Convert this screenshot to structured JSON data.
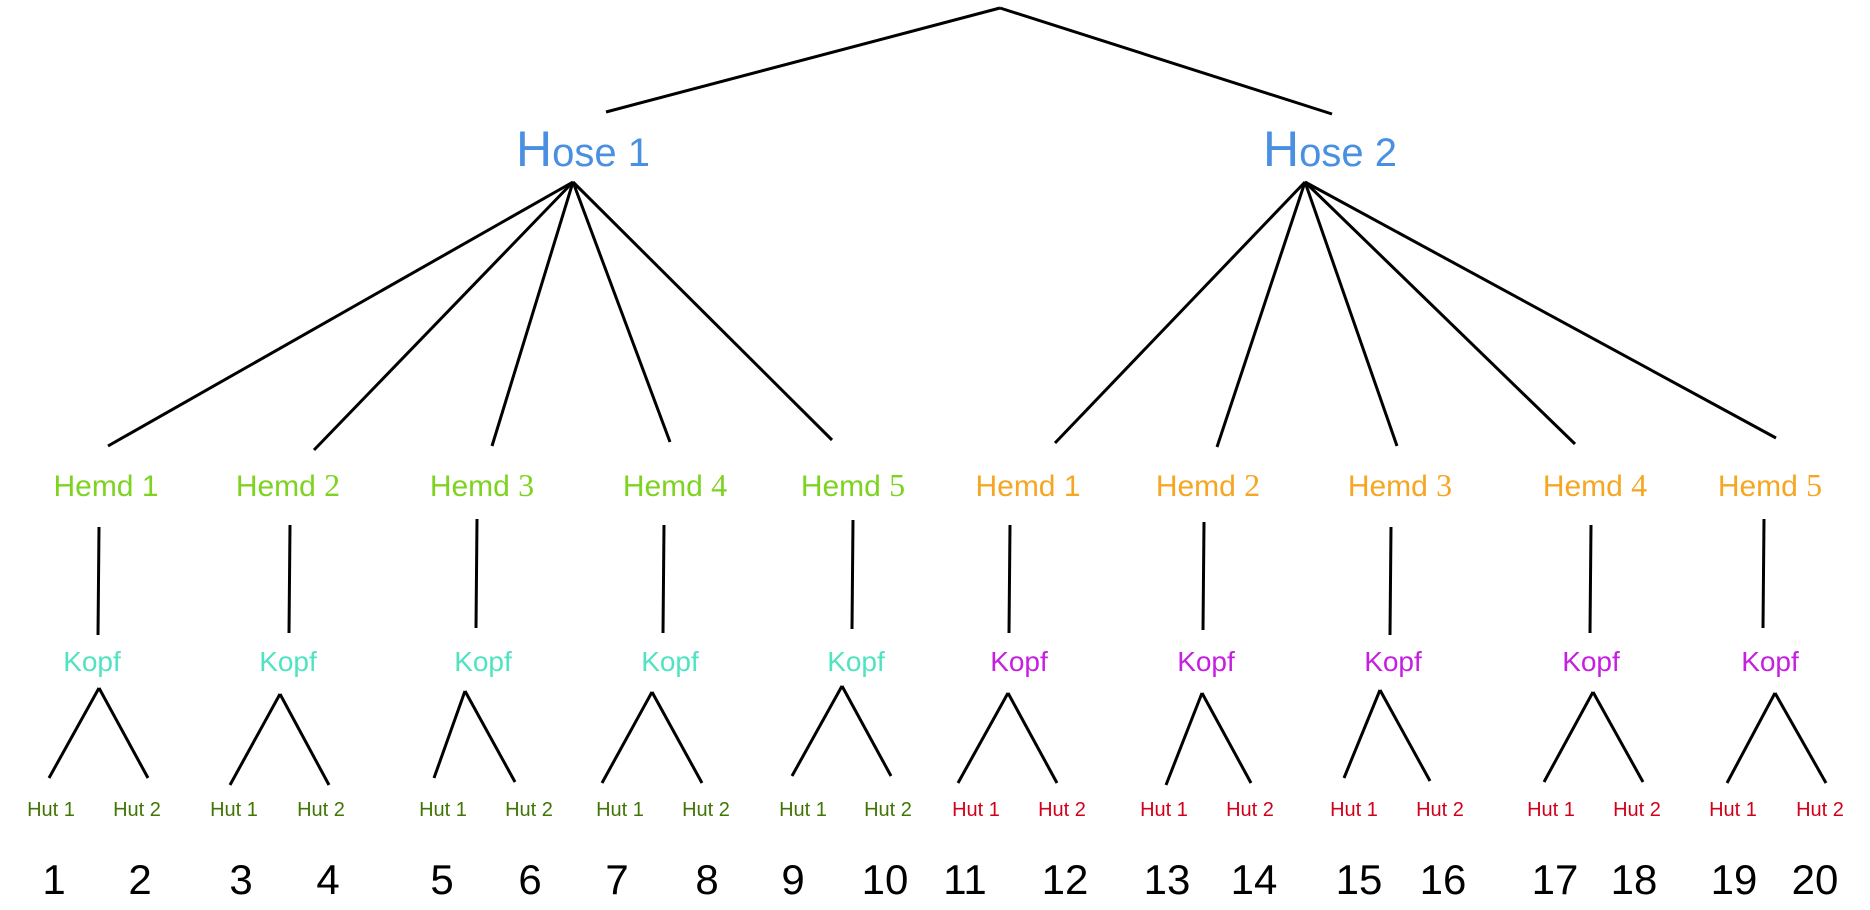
{
  "diagram": {
    "type": "tree",
    "title": "",
    "colors": {
      "edge": "#000000",
      "hose": "#4A90E2",
      "hemd_group_1": "#7ED321",
      "hemd_group_2": "#F5A623",
      "kopf_group_1": "#50E3C2",
      "kopf_group_2": "#C51FE0",
      "hut_group_1": "#417505",
      "hut_group_2": "#D0021B",
      "outcome_number": "#000000"
    },
    "root": {
      "label": "",
      "children": [
        {
          "label": "Hose 1",
          "children": [
            {
              "label": "Hemd 1",
              "child": {
                "label": "Kopf",
                "leaves": [
                  "Hut 1",
                  "Hut 2"
                ],
                "outcomes": [
                  "1",
                  "2"
                ]
              }
            },
            {
              "label": "Hemd 2",
              "child": {
                "label": "Kopf",
                "leaves": [
                  "Hut 1",
                  "Hut 2"
                ],
                "outcomes": [
                  "3",
                  "4"
                ]
              }
            },
            {
              "label": "Hemd 3",
              "child": {
                "label": "Kopf",
                "leaves": [
                  "Hut 1",
                  "Hut 2"
                ],
                "outcomes": [
                  "5",
                  "6"
                ]
              }
            },
            {
              "label": "Hemd 4",
              "child": {
                "label": "Kopf",
                "leaves": [
                  "Hut 1",
                  "Hut 2"
                ],
                "outcomes": [
                  "7",
                  "8"
                ]
              }
            },
            {
              "label": "Hemd 5",
              "child": {
                "label": "Kopf",
                "leaves": [
                  "Hut 1",
                  "Hut 2"
                ],
                "outcomes": [
                  "9",
                  "10"
                ]
              }
            }
          ]
        },
        {
          "label": "Hose 2",
          "children": [
            {
              "label": "Hemd 1",
              "child": {
                "label": "Kopf",
                "leaves": [
                  "Hut 1",
                  "Hut 2"
                ],
                "outcomes": [
                  "11",
                  "12"
                ]
              }
            },
            {
              "label": "Hemd 2",
              "child": {
                "label": "Kopf",
                "leaves": [
                  "Hut 1",
                  "Hut 2"
                ],
                "outcomes": [
                  "13",
                  "14"
                ]
              }
            },
            {
              "label": "Hemd 3",
              "child": {
                "label": "Kopf",
                "leaves": [
                  "Hut 1",
                  "Hut 2"
                ],
                "outcomes": [
                  "15",
                  "16"
                ]
              }
            },
            {
              "label": "Hemd 4",
              "child": {
                "label": "Kopf",
                "leaves": [
                  "Hut 1",
                  "Hut 2"
                ],
                "outcomes": [
                  "17",
                  "18"
                ]
              }
            },
            {
              "label": "Hemd 5",
              "child": {
                "label": "Kopf",
                "leaves": [
                  "Hut 1",
                  "Hut 2"
                ],
                "outcomes": [
                  "19",
                  "20"
                ]
              }
            }
          ]
        }
      ]
    }
  }
}
